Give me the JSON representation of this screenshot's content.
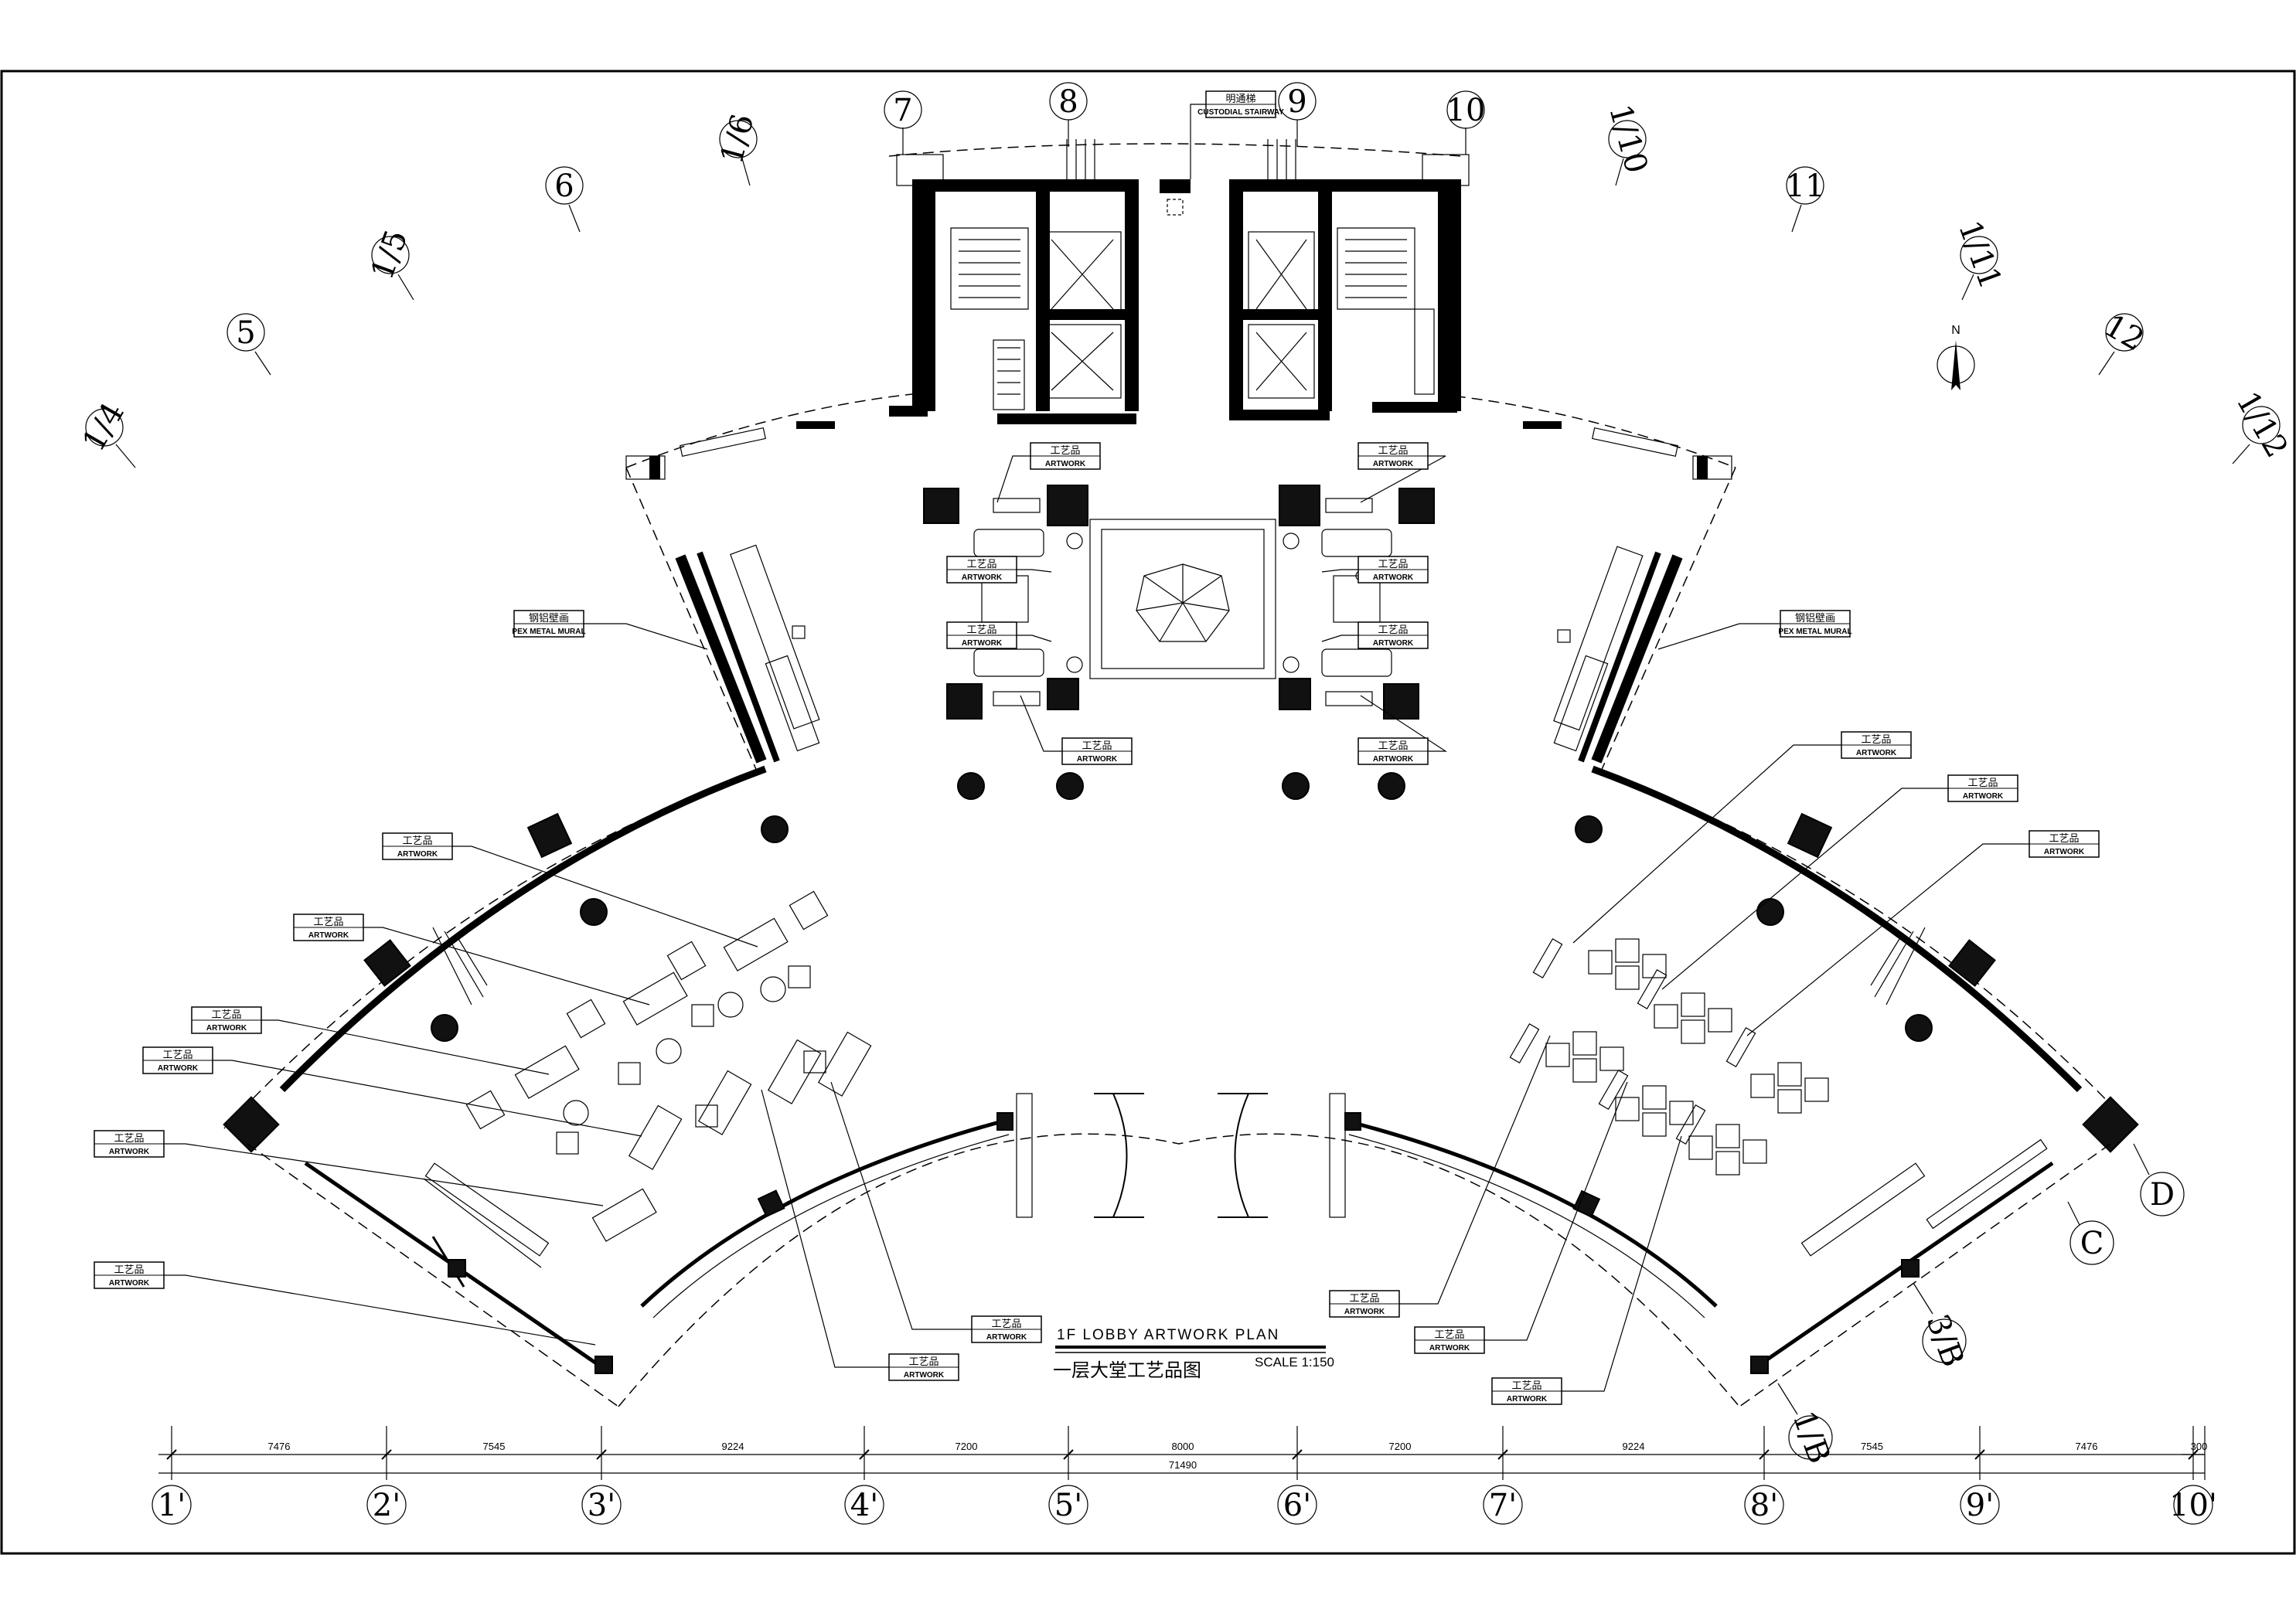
{
  "title": {
    "english": "1F LOBBY ARTWORK PLAN",
    "chinese": "一层大堂工艺品图",
    "scale": "SCALE 1:150"
  },
  "top_tags": {
    "tag1_cn": "明通梯",
    "tag1_en": "CUSTODIAL STAIRWAY"
  },
  "wall_tags": {
    "left_cn": "钢铝壁画",
    "left_en": "PEX METAL MURAL",
    "right_cn": "钢铝壁画",
    "right_en": "PEX METAL MURAL"
  },
  "artwork_label": {
    "cn": "工艺品",
    "en": "ARTWORK"
  },
  "grid_bubbles_top": [
    "7",
    "8",
    "9",
    "10",
    "1/6",
    "6",
    "1/5",
    "5",
    "1/4",
    "1/10",
    "11",
    "1/11",
    "12",
    "1/12"
  ],
  "grid_bubbles_side": [
    "D",
    "C",
    "3/B",
    "1/B"
  ],
  "north": "N",
  "bottom_axis": {
    "labels": [
      "1'",
      "2'",
      "3'",
      "4'",
      "5'",
      "6'",
      "7'",
      "8'",
      "9'",
      "10'"
    ],
    "spans": [
      "7476",
      "7545",
      "9224",
      "7200",
      "8000",
      "7200",
      "9224",
      "7545",
      "7476",
      "300"
    ],
    "total": "71490"
  }
}
